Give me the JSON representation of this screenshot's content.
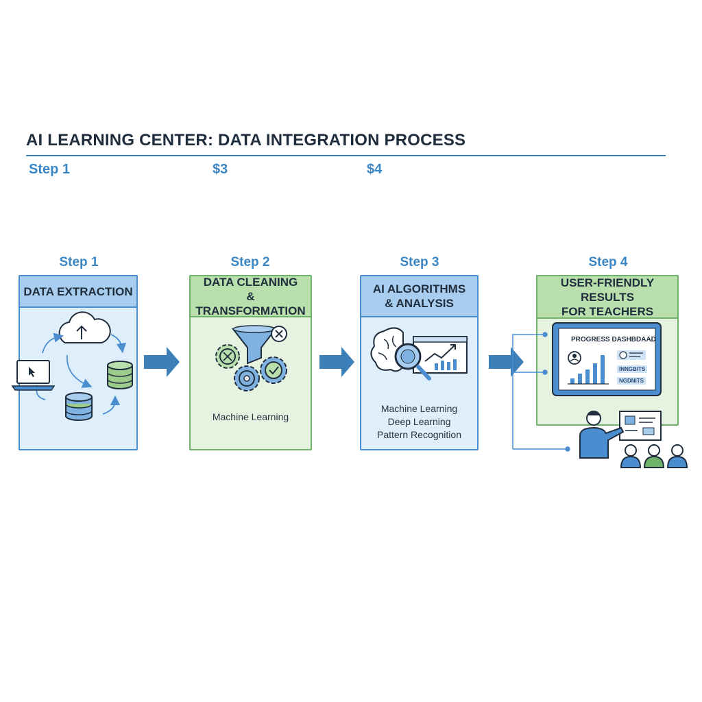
{
  "header": {
    "title": "AI LEARNING CENTER: DATA INTEGRATION PROCESS",
    "top_labels": [
      "Step 1",
      "$3",
      "$4"
    ]
  },
  "steps": [
    {
      "label": "Step 1",
      "title_lines": [
        "DATA EXTRACTION"
      ],
      "captions": []
    },
    {
      "label": "Step 2",
      "title_lines": [
        "DATA CLEANING",
        "& TRANSFORMATION"
      ],
      "captions": [
        "Machine Learning"
      ]
    },
    {
      "label": "Step 3",
      "title_lines": [
        "AI ALGORITHMS",
        "& ANALYSIS"
      ],
      "captions": [
        "Machine Learning",
        "Deep Learning",
        "Pattern Recognition"
      ]
    },
    {
      "label": "Step 4",
      "title_lines": [
        "USER-FRIENDLY RESULTS",
        "FOR TEACHERS"
      ],
      "captions": []
    }
  ],
  "dashboard": {
    "title": "PROGRESS DASHBDAAD",
    "tags": [
      "INNGBITS",
      "NGDNITS"
    ]
  },
  "colors": {
    "accent_blue": "#3a86c4",
    "card_blue_border": "#4a8ed0",
    "card_green_border": "#6fb36b",
    "arrow_blue": "#3d7fb8"
  }
}
